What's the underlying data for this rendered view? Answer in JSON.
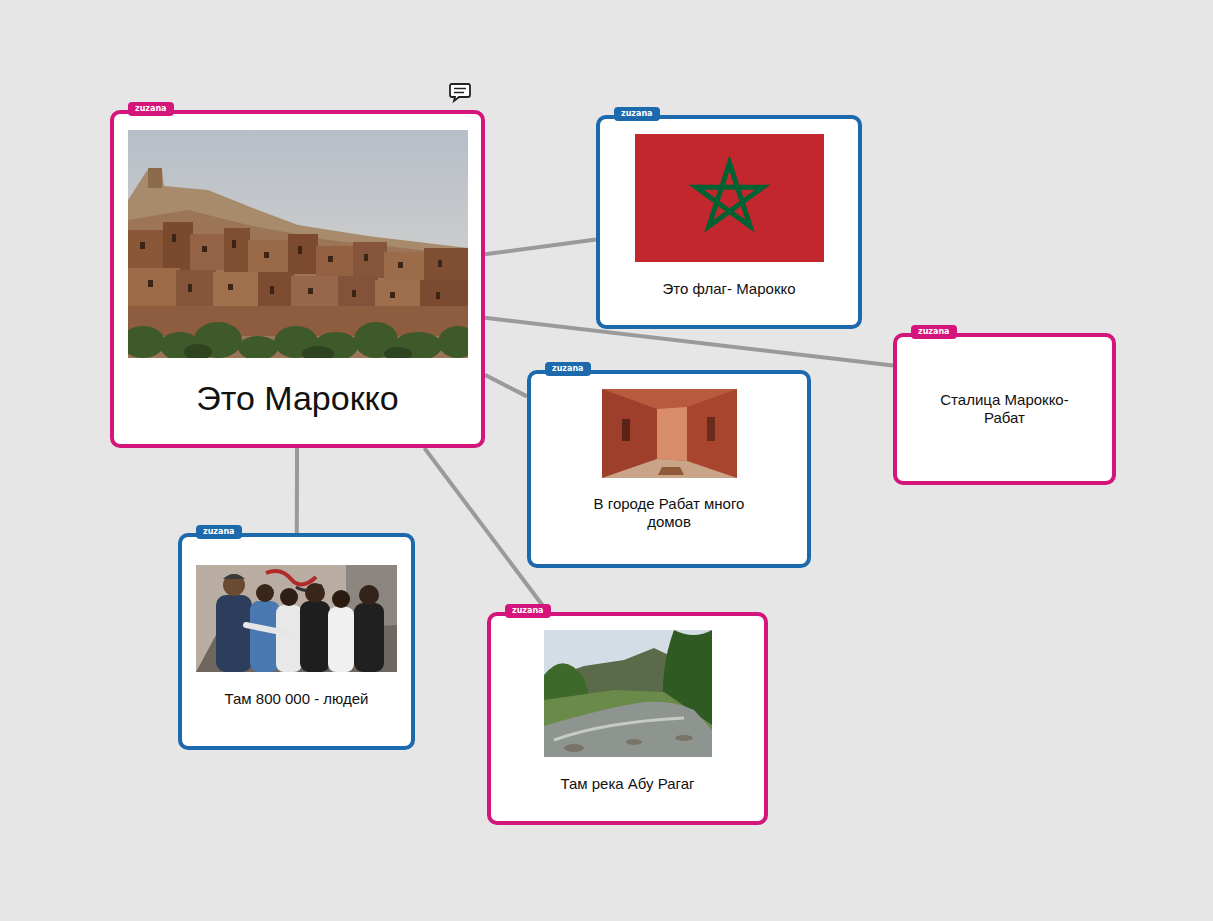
{
  "diagram": {
    "nodes": [
      {
        "text": [
          "zuzana",
          "Это Марокко"
        ]
      },
      {
        "text": [
          "zuzana",
          "Это флаг- Марокко"
        ]
      },
      {
        "text": [
          "zuzana",
          "Сталица Марокко- Рабат"
        ]
      },
      {
        "text": [
          "zuzana",
          "В городе Рабат много домов"
        ]
      },
      {
        "text": [
          "zuzana",
          "Там 800 000 - людей"
        ]
      },
      {
        "text": [
          "zuzana",
          "Там река Абу Рагаг"
        ]
      }
    ],
    "edges": [
      {
        "from": 0,
        "to": 1,
        "arrow": "none"
      },
      {
        "from": 0,
        "to": 2,
        "arrow": "none"
      },
      {
        "from": 0,
        "to": 3,
        "arrow": "none"
      },
      {
        "from": 0,
        "to": 4,
        "arrow": "none"
      },
      {
        "from": 0,
        "to": 5,
        "arrow": "none"
      }
    ]
  }
}
